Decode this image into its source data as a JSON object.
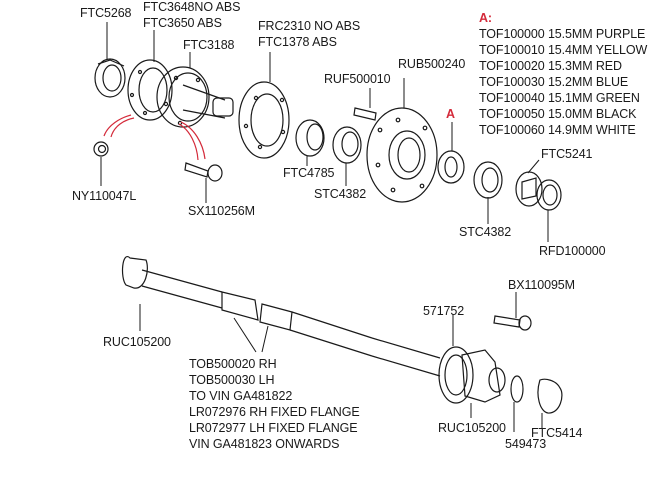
{
  "diagram": {
    "title": "Rear hub and axle shaft exploded view",
    "accent_color": "#d42a3a",
    "line_color": "#1a1a1a",
    "parts": [
      {
        "id": "ftc5268",
        "label": "FTC5268"
      },
      {
        "id": "ftc3648",
        "label": "FTC3648NO ABS"
      },
      {
        "id": "ftc3650",
        "label": "FTC3650 ABS"
      },
      {
        "id": "ftc3188",
        "label": "FTC3188"
      },
      {
        "id": "frc2310",
        "label": "FRC2310 NO ABS"
      },
      {
        "id": "ftc1378",
        "label": "FTC1378 ABS"
      },
      {
        "id": "ruf500010",
        "label": "RUF500010"
      },
      {
        "id": "rub500240",
        "label": "RUB500240"
      },
      {
        "id": "ny110047l",
        "label": "NY110047L"
      },
      {
        "id": "sx110256m",
        "label": "SX110256M"
      },
      {
        "id": "ftc4785",
        "label": "FTC4785"
      },
      {
        "id": "stc4382a",
        "label": "STC4382"
      },
      {
        "id": "spacer_a",
        "label": "A"
      },
      {
        "id": "ftc5241",
        "label": "FTC5241"
      },
      {
        "id": "stc4382b",
        "label": "STC4382"
      },
      {
        "id": "rfd100000",
        "label": "RFD100000"
      },
      {
        "id": "ruc105200a",
        "label": "RUC105200"
      },
      {
        "id": "bx110095m",
        "label": "BX110095M"
      },
      {
        "id": "p571752",
        "label": "571752"
      },
      {
        "id": "ruc105200b",
        "label": "RUC105200"
      },
      {
        "id": "p549473",
        "label": "549473"
      },
      {
        "id": "ftc5414",
        "label": "FTC5414"
      }
    ],
    "spacer_table": {
      "heading": "A:",
      "rows": [
        "TOF100000 15.5MM PURPLE",
        "TOF100010 15.4MM YELLOW",
        "TOF100020 15.3MM RED",
        "TOF100030 15.2MM BLUE",
        "TOF100040 15.1MM GREEN",
        "TOF100050 15.0MM BLACK",
        "TOF100060 14.9MM WHITE"
      ]
    },
    "shaft_note": {
      "lines": [
        "TOB500020 RH",
        "TOB500030 LH",
        "TO VIN GA481822",
        "LR072976 RH FIXED FLANGE",
        "LR072977 LH FIXED FLANGE",
        "VIN GA481823 ONWARDS"
      ]
    }
  }
}
